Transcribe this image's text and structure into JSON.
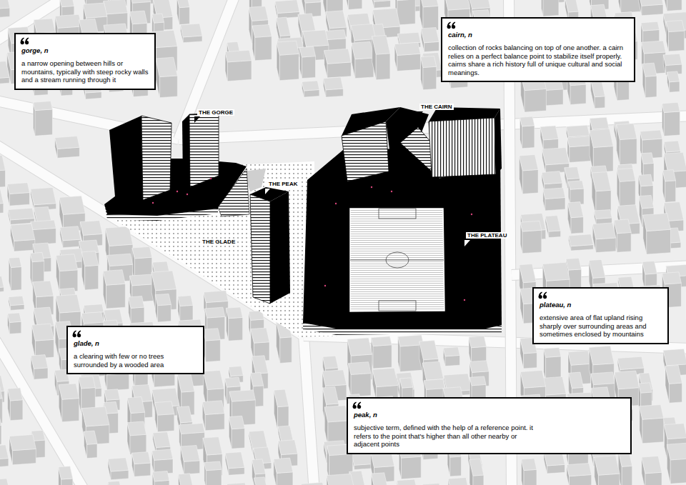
{
  "diagram": {
    "nodes": [
      {
        "text": [
          "gorge, n",
          "a narrow opening between hills or mountains, typically with steep rocky walls and a stream running through it"
        ]
      },
      {
        "text": [
          "cairn, n",
          "collection of rocks balancing on top of one another. a cairn relies on a perfect balance point to stabilize itself properly. cairns share a rich history full of unique cultural and social meanings."
        ]
      },
      {
        "text": [
          "plateau, n",
          "extensive area of flat upland rising sharply over surrounding areas and sometimes enclosed by mountains"
        ]
      },
      {
        "text": [
          "glade, n",
          "a clearing with few or no trees surrounded by a wooded area"
        ]
      },
      {
        "text": [
          "peak, n",
          "subjective term, defined with the help of a reference point. it refers to the point that's higher than all other nearby or adjacent points"
        ]
      }
    ],
    "labels": [
      "THE CAIRN",
      "THE GORGE",
      "THE PEAK",
      "THE PLATEAU",
      "THE GLADE"
    ]
  }
}
